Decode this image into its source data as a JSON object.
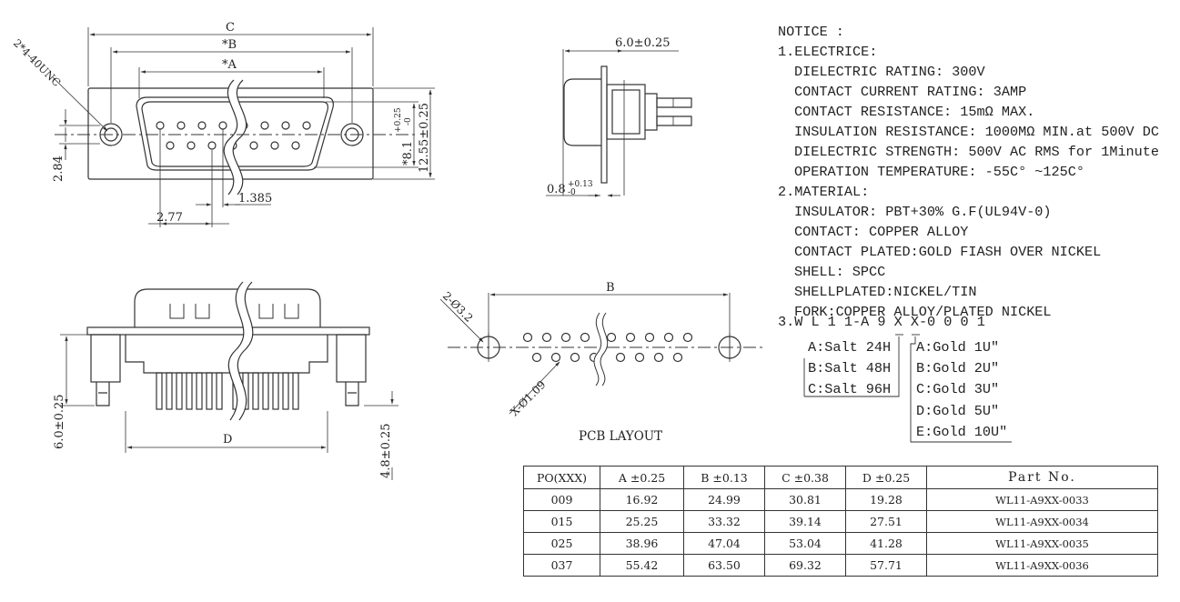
{
  "drawing": {
    "labels": {
      "c": "C",
      "b": "*B",
      "a": "*A",
      "screw": "2*4-40UNC",
      "d_2_84": "2.84",
      "d_1_385": "1.385",
      "d_2_77": "2.77",
      "d_8_1": "*8.1",
      "tol_8_1_upper": "+0.25",
      "tol_8_1_lower": "-0",
      "d_12_55": "12.55±0.25",
      "d_6_0_top": "6.0±0.25",
      "d_0_8": "0.8",
      "tol_0_8_upper": "+0.13",
      "tol_0_8_lower": "-0",
      "d_6_0_side": "6.0±0.25",
      "d_4_8": "4.8±0.25",
      "d_label": "D",
      "pcb_b": "B",
      "pcb_hole_large": "2-Ø3.2",
      "pcb_hole_small": "X-Ø1.09",
      "pcb_layout": "PCB LAYOUT"
    }
  },
  "notice": {
    "lines": [
      {
        "text": "NOTICE :",
        "indent": false
      },
      {
        "text": "1.ELECTRICE:",
        "indent": false
      },
      {
        "text": "DIELECTRIC RATING: 300V",
        "indent": true
      },
      {
        "text": "CONTACT CURRENT RATING: 3AMP",
        "indent": true
      },
      {
        "text": "CONTACT RESISTANCE: 15mΩ  MAX.",
        "indent": true
      },
      {
        "text": "INSULATION RESISTANCE: 1000MΩ  MIN.at 500V DC",
        "indent": true
      },
      {
        "text": "DIELECTRIC STRENGTH: 500V AC RMS for 1Minute",
        "indent": true
      },
      {
        "text": "OPERATION TEMPERATURE: -55C° ~125C°",
        "indent": true
      },
      {
        "text": "2.MATERIAL:",
        "indent": false
      },
      {
        "text": "INSULATOR: PBT+30% G.F(UL94V-0)",
        "indent": true
      },
      {
        "text": "CONTACT: COPPER ALLOY",
        "indent": true
      },
      {
        "text": "CONTACT PLATED:GOLD FIASH OVER NICKEL",
        "indent": true
      },
      {
        "text": "SHELL: SPCC",
        "indent": true
      },
      {
        "text": "SHELLPLATED:NICKEL/TIN",
        "indent": true
      },
      {
        "text": "FORK:COPPER ALLOY/PLATED NICKEL",
        "indent": true
      }
    ],
    "part_number": "3.W L 1 1-A 9 X X-0 0 0 1",
    "salt_options": [
      "A:Salt 24H",
      "B:Salt 48H",
      "C:Salt 96H"
    ],
    "gold_options": [
      "A:Gold 1U\"",
      "B:Gold 2U\"",
      "C:Gold 3U\"",
      "D:Gold 5U\"",
      "E:Gold 10U\""
    ]
  },
  "table": {
    "headers": [
      "PO(XXX)",
      "A ±0.25",
      "B ±0.13",
      "C ±0.38",
      "D ±0.25",
      "Part  No."
    ],
    "rows": [
      [
        "009",
        "16.92",
        "24.99",
        "30.81",
        "19.28",
        "WL11-A9XX-0033"
      ],
      [
        "015",
        "25.25",
        "33.32",
        "39.14",
        "27.51",
        "WL11-A9XX-0034"
      ],
      [
        "025",
        "38.96",
        "47.04",
        "53.04",
        "41.28",
        "WL11-A9XX-0035"
      ],
      [
        "037",
        "55.42",
        "63.50",
        "69.32",
        "57.71",
        "WL11-A9XX-0036"
      ]
    ]
  }
}
